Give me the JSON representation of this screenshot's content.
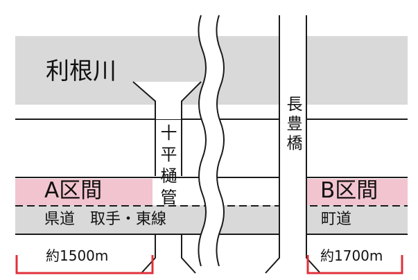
{
  "labels": {
    "river": "利根川",
    "pipe": "十平樋管",
    "bridge": "長豊橋",
    "section_a": "A区間",
    "section_b": "B区間",
    "road_a": "県道　取手・東線",
    "road_b": "町道",
    "length_a": "約1500m",
    "length_b": "約1700m"
  },
  "colors": {
    "river_band": "#d9d9d9",
    "road_band": "#d9d9d9",
    "section_band": "#f2c4cf",
    "bracket": "#e0303a",
    "line": "#1a1a1a",
    "background": "#ffffff"
  }
}
